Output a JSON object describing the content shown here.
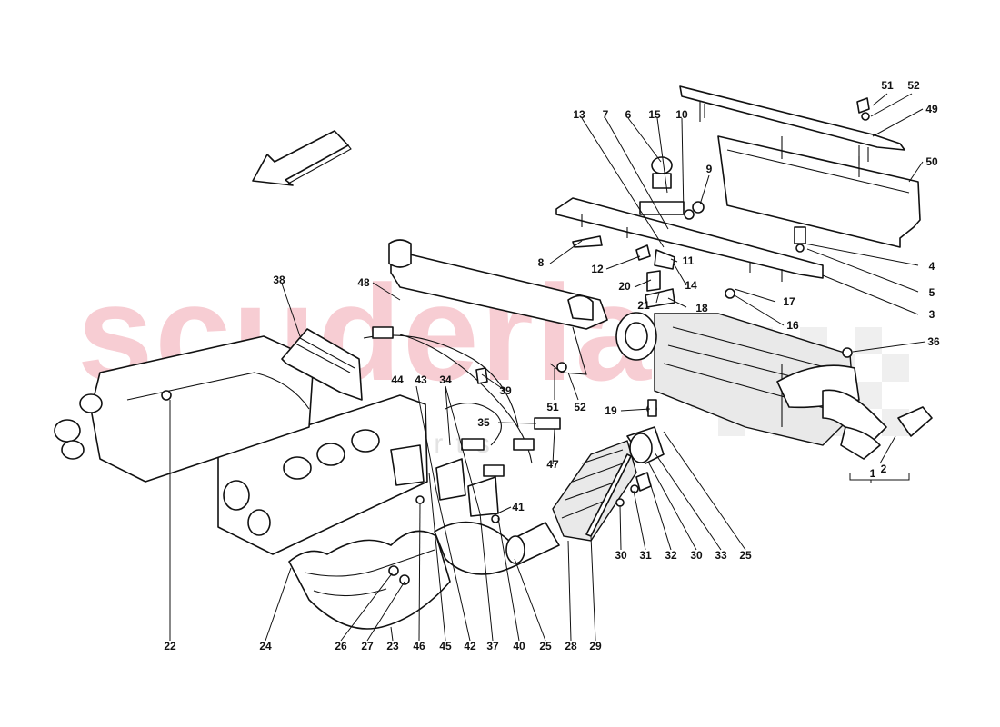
{
  "watermark": {
    "brand": "scuderia",
    "subtitle": "car parts",
    "color": "#f7cdd3"
  },
  "callouts": [
    "1",
    "2",
    "3",
    "4",
    "5",
    "6",
    "7",
    "8",
    "9",
    "10",
    "11",
    "12",
    "13",
    "14",
    "15",
    "16",
    "17",
    "18",
    "19",
    "20",
    "21",
    "22",
    "23",
    "24",
    "25",
    "26",
    "27",
    "28",
    "29",
    "30",
    "31",
    "32",
    "33",
    "34",
    "35",
    "36",
    "37",
    "38",
    "39",
    "40",
    "41",
    "42",
    "43",
    "44",
    "45",
    "46",
    "47",
    "48",
    "49",
    "50",
    "51",
    "52"
  ],
  "callout_extras": {
    "lower_25": "25",
    "lower_30": "30",
    "lower_51": "51",
    "lower_52": "52"
  }
}
